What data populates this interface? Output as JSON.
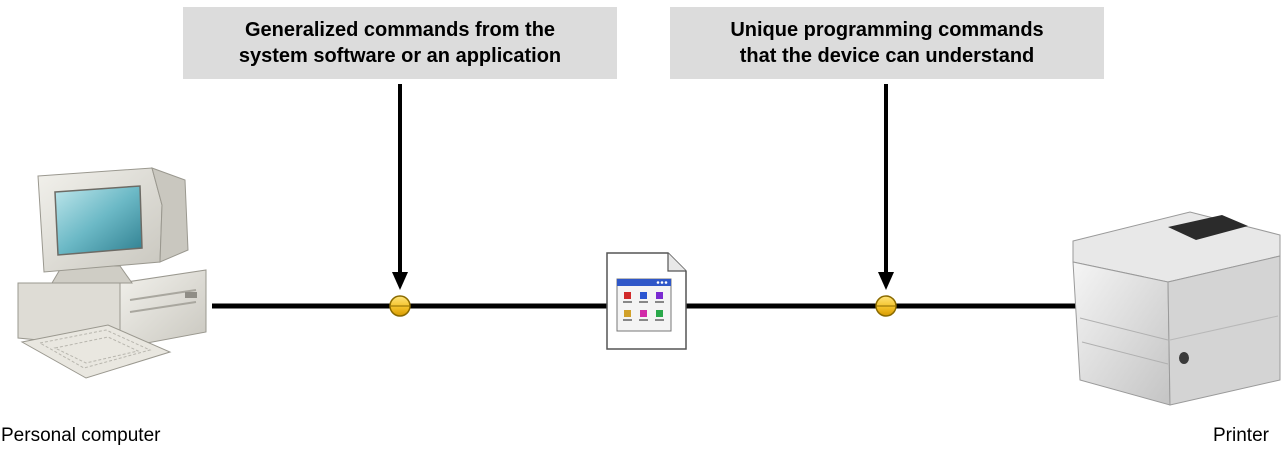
{
  "callouts": {
    "left": {
      "line1": "Generalized commands from the",
      "line2": "system software or an application"
    },
    "right": {
      "line1": "Unique programming commands",
      "line2": "that the device can understand"
    }
  },
  "devices": {
    "computer_label": "Personal computer",
    "printer_label": "Printer"
  },
  "colors": {
    "callout_background": "#dcdcdc",
    "connection_line": "#000000",
    "node": "#f2c230",
    "node_outline": "#8a6a00"
  },
  "icons": {
    "computer": "computer-icon",
    "printer": "printer-icon",
    "document": "document-icon"
  }
}
